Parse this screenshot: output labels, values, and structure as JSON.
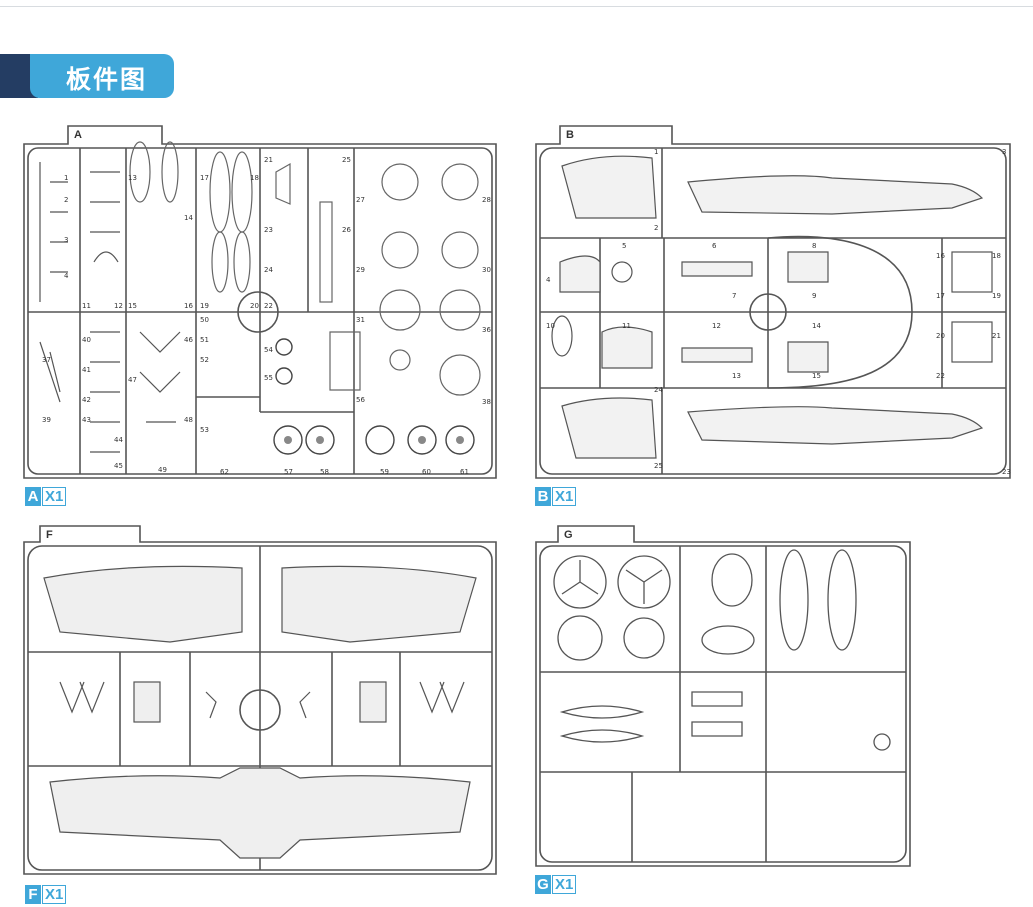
{
  "header": {
    "title": "板件图"
  },
  "sprues": [
    {
      "id": "A",
      "letter": "A",
      "scale": "X1"
    },
    {
      "id": "B",
      "letter": "B",
      "scale": "X1"
    },
    {
      "id": "F",
      "letter": "F",
      "scale": "X1"
    },
    {
      "id": "G",
      "letter": "G",
      "scale": "X1"
    }
  ],
  "part_numbers": {
    "A": [
      "1",
      "2",
      "3",
      "4",
      "11",
      "12",
      "13",
      "14",
      "15",
      "16",
      "17",
      "18",
      "19",
      "20",
      "21",
      "22",
      "23",
      "24",
      "25",
      "26",
      "27",
      "28",
      "29",
      "30",
      "31",
      "36",
      "37",
      "38",
      "39",
      "40",
      "41",
      "42",
      "43",
      "44",
      "45",
      "46",
      "47",
      "48",
      "49",
      "50",
      "51",
      "52",
      "53",
      "54",
      "55",
      "56",
      "57",
      "58",
      "59",
      "60",
      "61",
      "62"
    ],
    "B": [
      "1",
      "2",
      "3",
      "4",
      "5",
      "6",
      "7",
      "8",
      "9",
      "10",
      "11",
      "12",
      "13",
      "14",
      "15",
      "16",
      "17",
      "18",
      "19",
      "20",
      "21",
      "22",
      "23",
      "24",
      "25"
    ]
  },
  "colors": {
    "accent": "#3fa7d9",
    "dark": "#243d63",
    "line": "#555555"
  }
}
